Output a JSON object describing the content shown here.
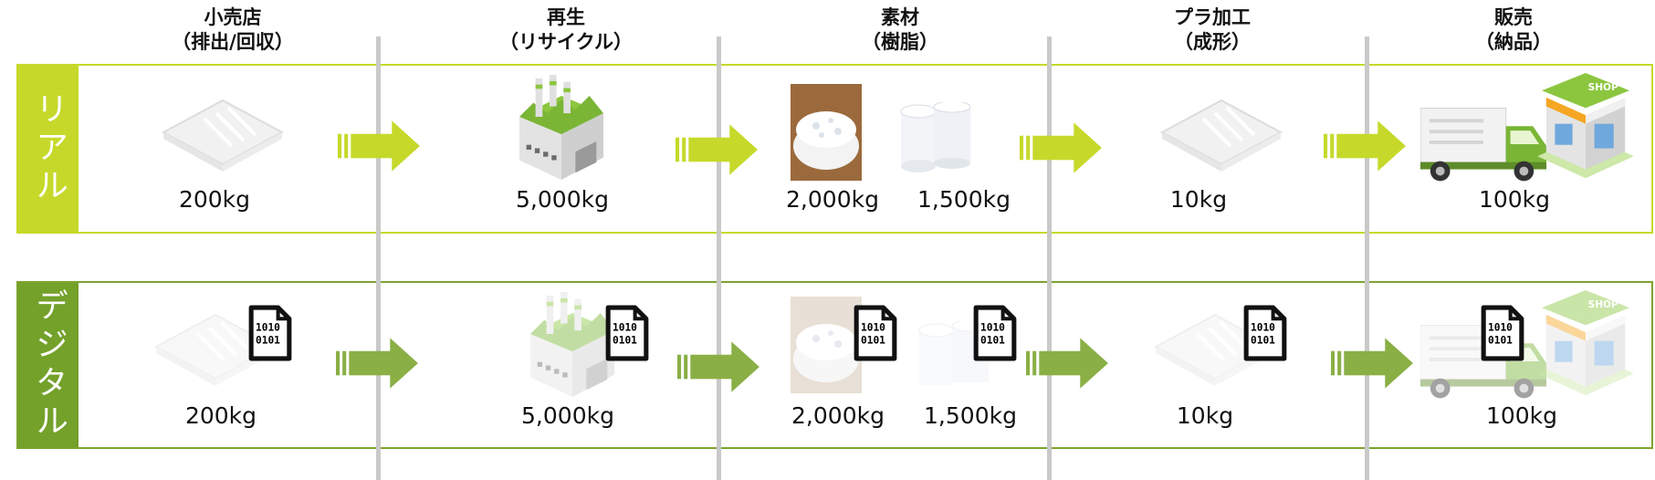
{
  "stages": [
    {
      "title": "小売店",
      "sub": "（排出/回収）"
    },
    {
      "title": "再生",
      "sub": "（リサイクル）"
    },
    {
      "title": "素材",
      "sub": "（樹脂）"
    },
    {
      "title": "プラ加工",
      "sub": "（成形）"
    },
    {
      "title": "販売",
      "sub": "（納品）"
    }
  ],
  "rows": {
    "real": {
      "label": "リアル",
      "color": "#c6d92a"
    },
    "digital": {
      "label": "デジタル",
      "color": "#73a12a"
    }
  },
  "quantities": {
    "real": [
      "200kg",
      "5,000kg",
      "2,000kg",
      "1,500kg",
      "10kg",
      "100kg"
    ],
    "digital": [
      "200kg",
      "5,000kg",
      "2,000kg",
      "1,500kg",
      "10kg",
      "100kg"
    ]
  },
  "icons": {
    "data_file_text": [
      "1010",
      "0101"
    ],
    "shop_sign": "SHOP"
  },
  "colors": {
    "arrow_real": "#c6d92a",
    "arrow_digital": "#8aaf45",
    "divider": "#c9c9c9"
  }
}
